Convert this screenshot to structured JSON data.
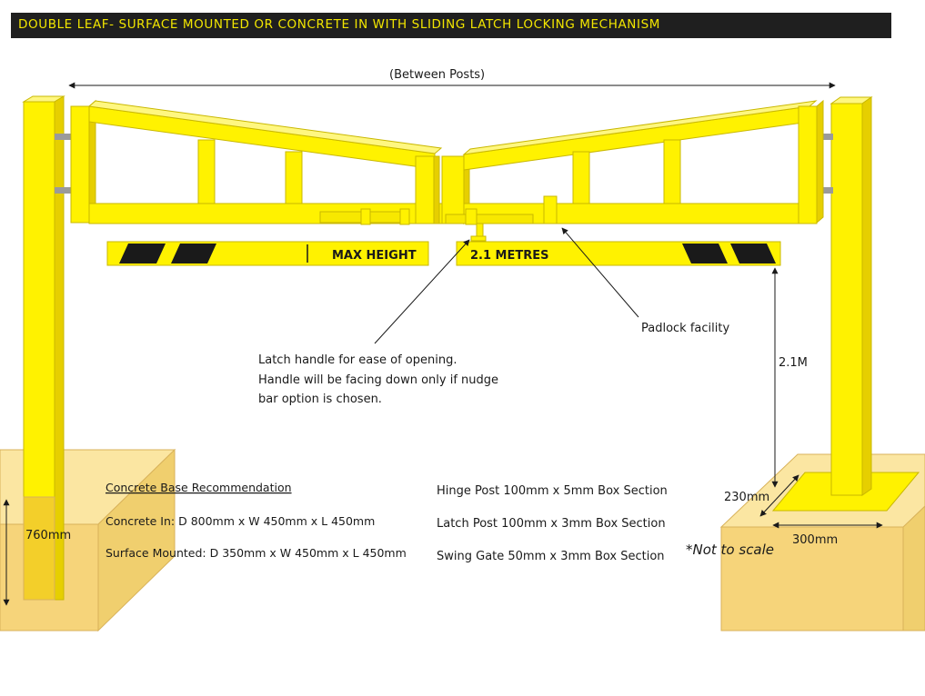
{
  "title": "DOUBLE LEAF- SURFACE MOUNTED OR CONCRETE IN WITH SLIDING LATCH LOCKING MECHANISM",
  "colors": {
    "title_bg": "#1f1f1f",
    "title_text": "#f2e600",
    "gate_yellow": "#fff200",
    "concrete": "#f5d77a",
    "stripe": "#1a1a1a"
  },
  "dimensions": {
    "between_posts": "(Between Posts)",
    "clearance": "2.1M",
    "embed_depth": "760mm",
    "base_depth": "230mm",
    "base_width": "300mm"
  },
  "sign": {
    "left_text": "MAX HEIGHT",
    "right_text": "2.1 METRES"
  },
  "callouts": {
    "padlock": "Padlock facility",
    "latch_line1": "Latch handle for ease of opening.",
    "latch_line2": "Handle will be facing down only if nudge",
    "latch_line3": "bar option is chosen."
  },
  "concrete_base": {
    "heading": "Concrete Base Recommendation",
    "concrete_in_label": "Concrete In",
    "concrete_in_value": ": D 800mm x W 450mm x L 450mm",
    "surface_label": "Surface Mounted",
    "surface_value": ": D 350mm x W 450mm x L 450mm"
  },
  "sections": {
    "hinge_post": "Hinge Post 100mm x 5mm Box Section",
    "latch_post": "Latch Post 100mm x 3mm Box Section",
    "swing_gate": "Swing Gate 50mm x 3mm Box Section"
  },
  "note": "*Not to scale"
}
